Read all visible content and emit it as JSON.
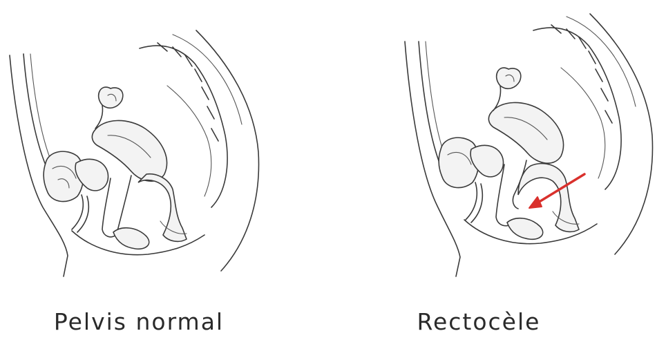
{
  "figures": [
    {
      "label": "Pelvis normal",
      "condition": "normal"
    },
    {
      "label": "Rectocèle",
      "condition": "rectocele"
    }
  ],
  "colors": {
    "arrow": "#d9302c",
    "ink": "#3a3a3a",
    "background": "#ffffff"
  },
  "icons": [
    "pelvis-anatomy-drawing",
    "bulge-arrow-icon"
  ]
}
